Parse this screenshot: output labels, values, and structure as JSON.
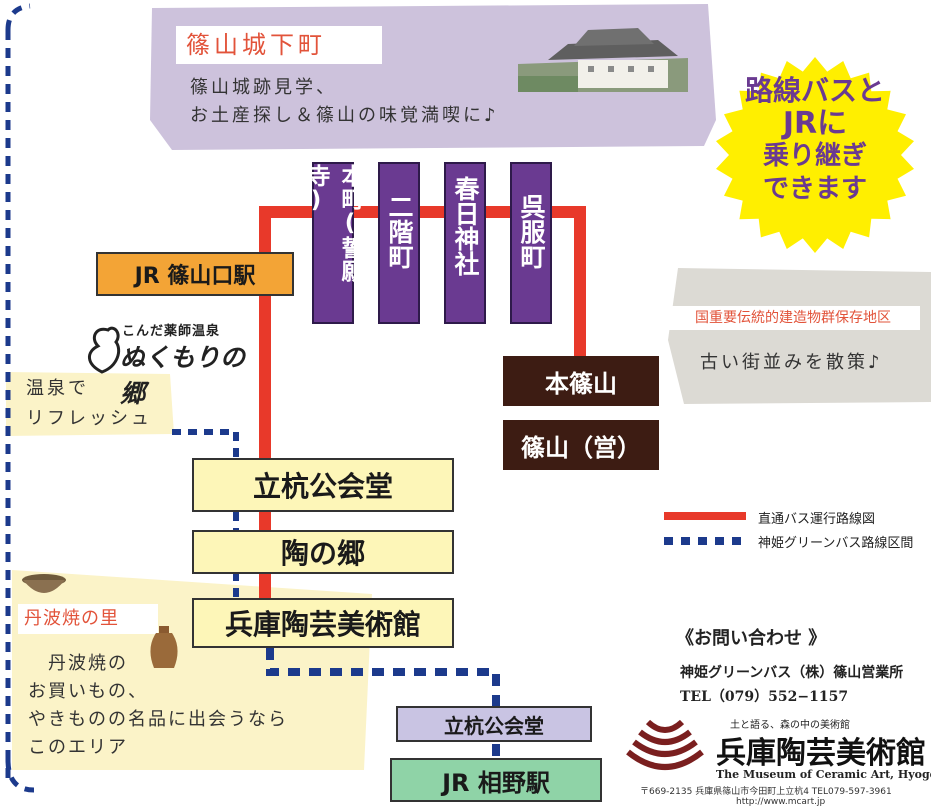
{
  "castle_town": {
    "title": "篠山城下町",
    "desc_line1": "篠山城跡見学、",
    "desc_line2": "お土産探し＆篠山の味覚満喫に♪"
  },
  "transfer_badge": {
    "line1": "路線バスと",
    "line2": "JRに",
    "line3": "乗り継ぎ",
    "line4": "できます"
  },
  "stops": {
    "honmachi": "本町(誓願寺)",
    "nikaimachi": "二階町",
    "kasuga": "春日神社",
    "gofukumachi": "呉服町",
    "jr_sasayamaguchi": "JR 篠山口駅",
    "hon_sasayama": "本篠山",
    "sasayama_ei": "篠山（営）",
    "tachikui_kokaido": "立杭公会堂",
    "sue_no_sato": "陶の郷",
    "museum": "兵庫陶芸美術館",
    "tachikui_kokaido_2": "立杭公会堂",
    "jr_aino": "JR 相野駅"
  },
  "heritage": {
    "title": "国重要伝統的建造物群保存地区",
    "desc": "古い街並みを散策♪"
  },
  "onsen": {
    "logo_small": "こんだ薬師温泉",
    "logo_big": "ぬくもりの郷",
    "line1": "温泉で",
    "line2": "リフレッシュ"
  },
  "legend": {
    "direct": "直通バス運行路線図",
    "green": "神姫グリーンバス路線区間"
  },
  "tamba": {
    "title": "丹波焼の里",
    "line1": "丹波焼の",
    "line2": "お買いもの、",
    "line3": "やきものの名品に出会うなら",
    "line4": "このエリア"
  },
  "contact": {
    "heading": "《お問い合わせ 》",
    "company": "神姫グリーンバス（株）篠山営業所",
    "tel": "TEL（079）552−1157"
  },
  "museum_logo": {
    "tagline": "土と語る、森の中の美術館",
    "name": "兵庫陶芸美術館",
    "english": "The Museum of Ceramic Art, Hyogo",
    "address": "〒669-2135 兵庫県篠山市今田町上立杭4 TEL079-597-3961",
    "url": "http://www.mcart.jp"
  },
  "colors": {
    "red_route": "#e8392a",
    "blue_route": "#1c3a8c",
    "purple": "#6a3a91",
    "brown": "#3d1c13",
    "orange": "#f3a436",
    "yellow_box": "#fdf6b8",
    "lavender": "#cdc2dc",
    "gray_panel": "#dcdad4",
    "badge_yellow": "#ffef00",
    "green_station": "#8fd3a7",
    "lavender_station": "#c9c4e3",
    "accent_text": "#e2533a"
  }
}
